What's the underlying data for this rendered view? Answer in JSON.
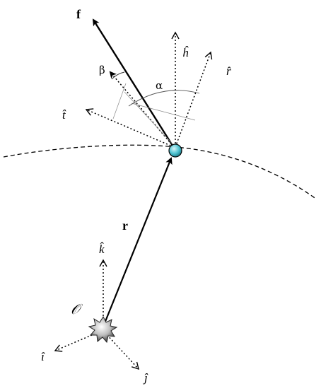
{
  "labels": {
    "force": "f",
    "position": "r",
    "origin": "𝒪",
    "alpha": "α",
    "beta": "β",
    "h_hat": "ĥ",
    "r_hat": "r̂",
    "t_hat": "t̂",
    "k_hat": "k̂",
    "i_hat": "î",
    "j_hat": "ĵ"
  },
  "colors": {
    "ink": "#000000",
    "body": "#4fc3d1",
    "sun_core": "#f2f2f2",
    "sun_edge": "#555555"
  }
}
